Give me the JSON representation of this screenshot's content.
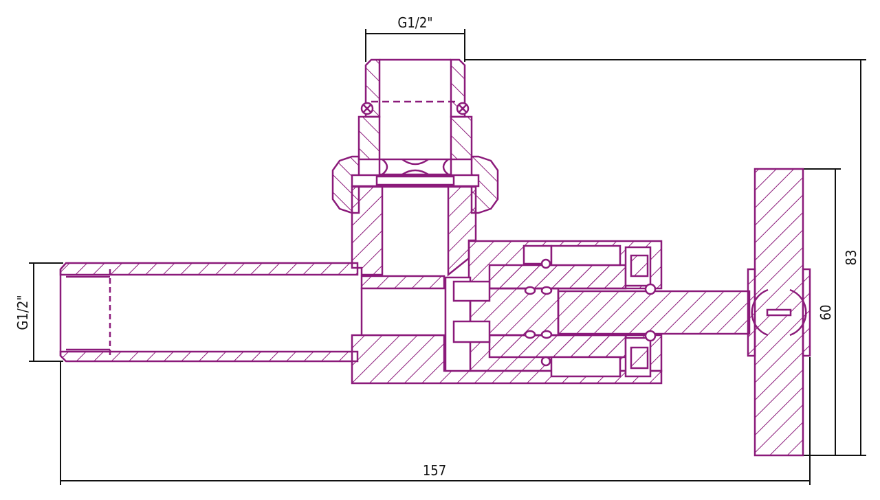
{
  "drawing": {
    "subject": "Angle radiator valve cross-section",
    "line_color": "#8b1a7a",
    "dim_color": "#111111",
    "background": "#ffffff"
  },
  "dimensions": {
    "top_thread": "G1/2\"",
    "side_thread": "G1/2\"",
    "overall_length": "157",
    "overall_height": "83",
    "handle_height": "60"
  }
}
